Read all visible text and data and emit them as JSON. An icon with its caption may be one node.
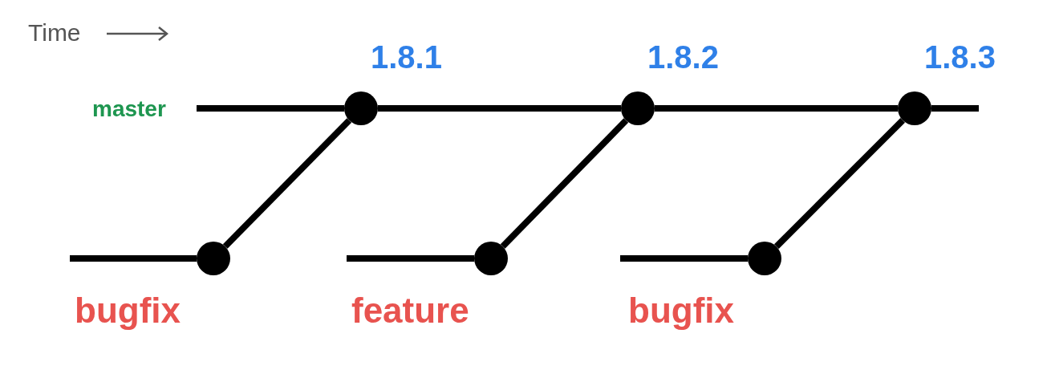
{
  "diagram": {
    "nodes": [
      {
        "text": [],
        "shape": "circle",
        "beside": [
          "1.8.1"
        ]
      },
      {
        "text": [],
        "shape": "circle",
        "beside": [
          "1.8.2"
        ]
      },
      {
        "text": [],
        "shape": "circle",
        "beside": [
          "1.8.3"
        ]
      },
      {
        "text": [],
        "shape": "circle"
      },
      {
        "text": [],
        "shape": "circle"
      },
      {
        "text": [],
        "shape": "circle"
      }
    ],
    "edges": [
      {
        "from": null,
        "to": 0,
        "arrow": "none"
      },
      {
        "from": 0,
        "to": 1,
        "arrow": "none"
      },
      {
        "from": 1,
        "to": 2,
        "arrow": "none"
      },
      {
        "from": 2,
        "to": null,
        "arrow": "none"
      },
      {
        "from": null,
        "to": 3,
        "arrow": "none"
      },
      {
        "from": 3,
        "to": 0,
        "arrow": "none"
      },
      {
        "from": null,
        "to": 4,
        "arrow": "none"
      },
      {
        "from": 4,
        "to": 1,
        "arrow": "none"
      },
      {
        "from": null,
        "to": 5,
        "arrow": "none"
      },
      {
        "from": 5,
        "to": 2,
        "arrow": "none"
      }
    ],
    "labels": [
      "Time",
      "master",
      "bugfix",
      "feature",
      "bugfix"
    ]
  }
}
